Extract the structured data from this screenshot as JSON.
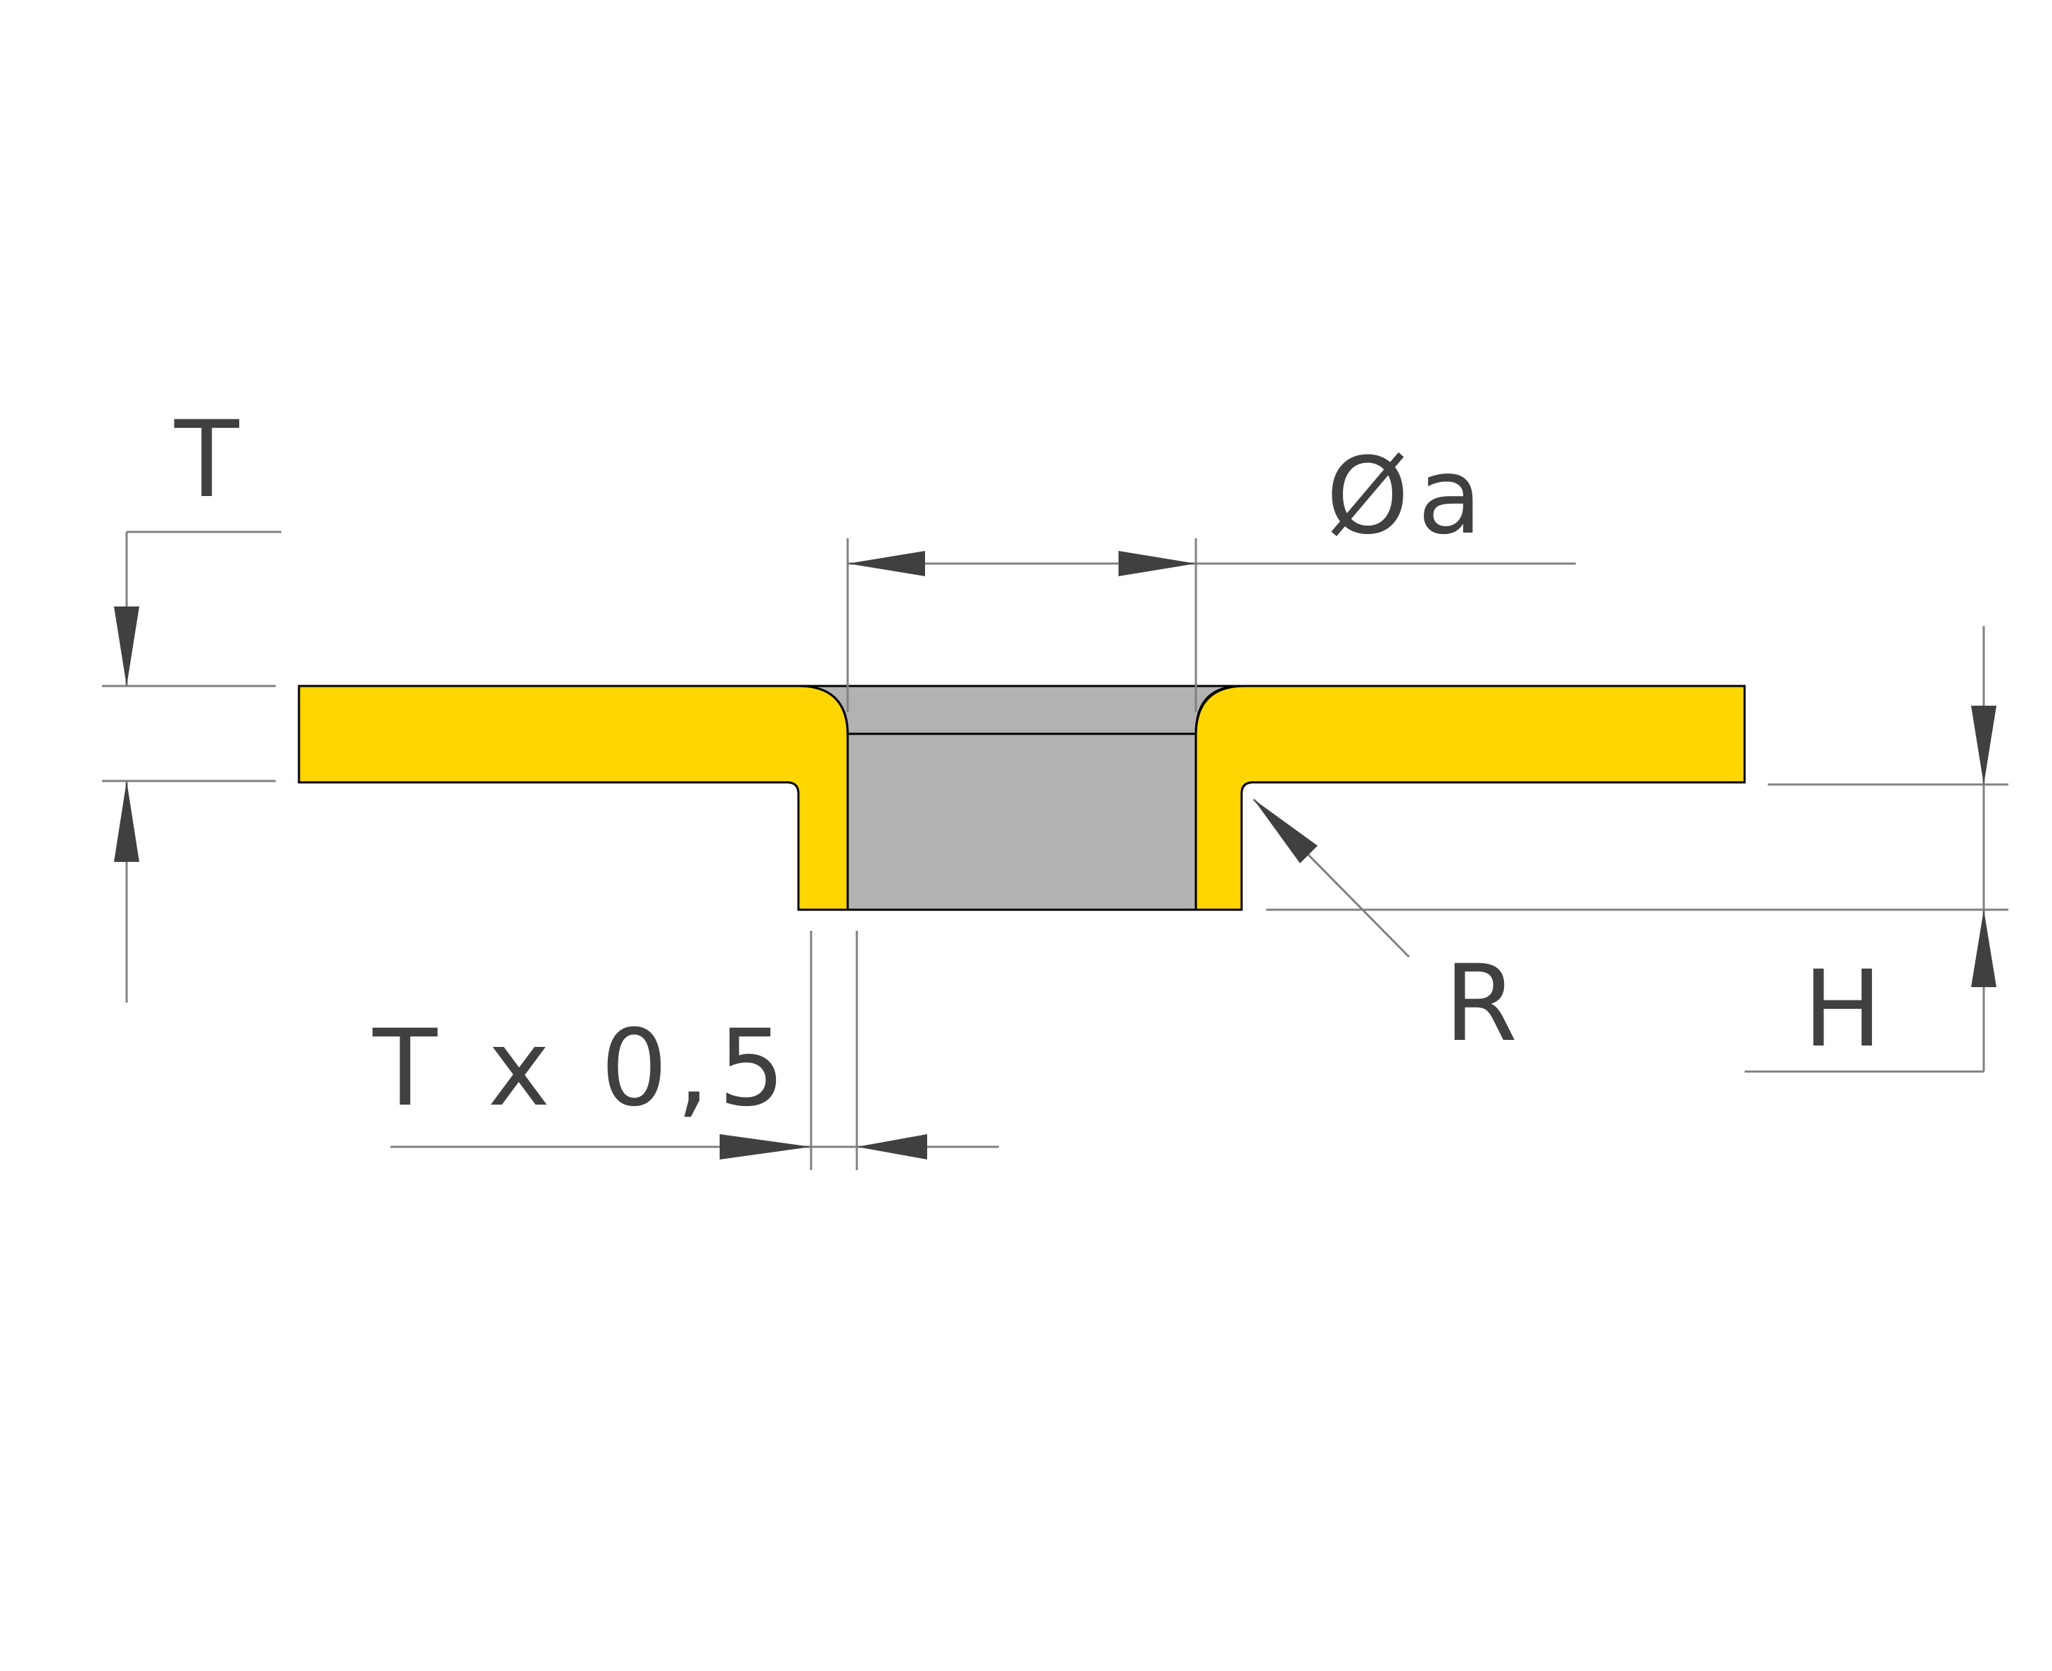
{
  "labels": {
    "thickness": "T",
    "diameter": "Øa",
    "radius": "R",
    "height": "H",
    "wall": "T x 0,5"
  },
  "colors": {
    "part_fill": "#FFD600",
    "insert_fill": "#B2B2B2",
    "dimension_line": "#808080",
    "arrow_fill": "#404040",
    "label_text": "#404040",
    "outline": "#000000"
  }
}
